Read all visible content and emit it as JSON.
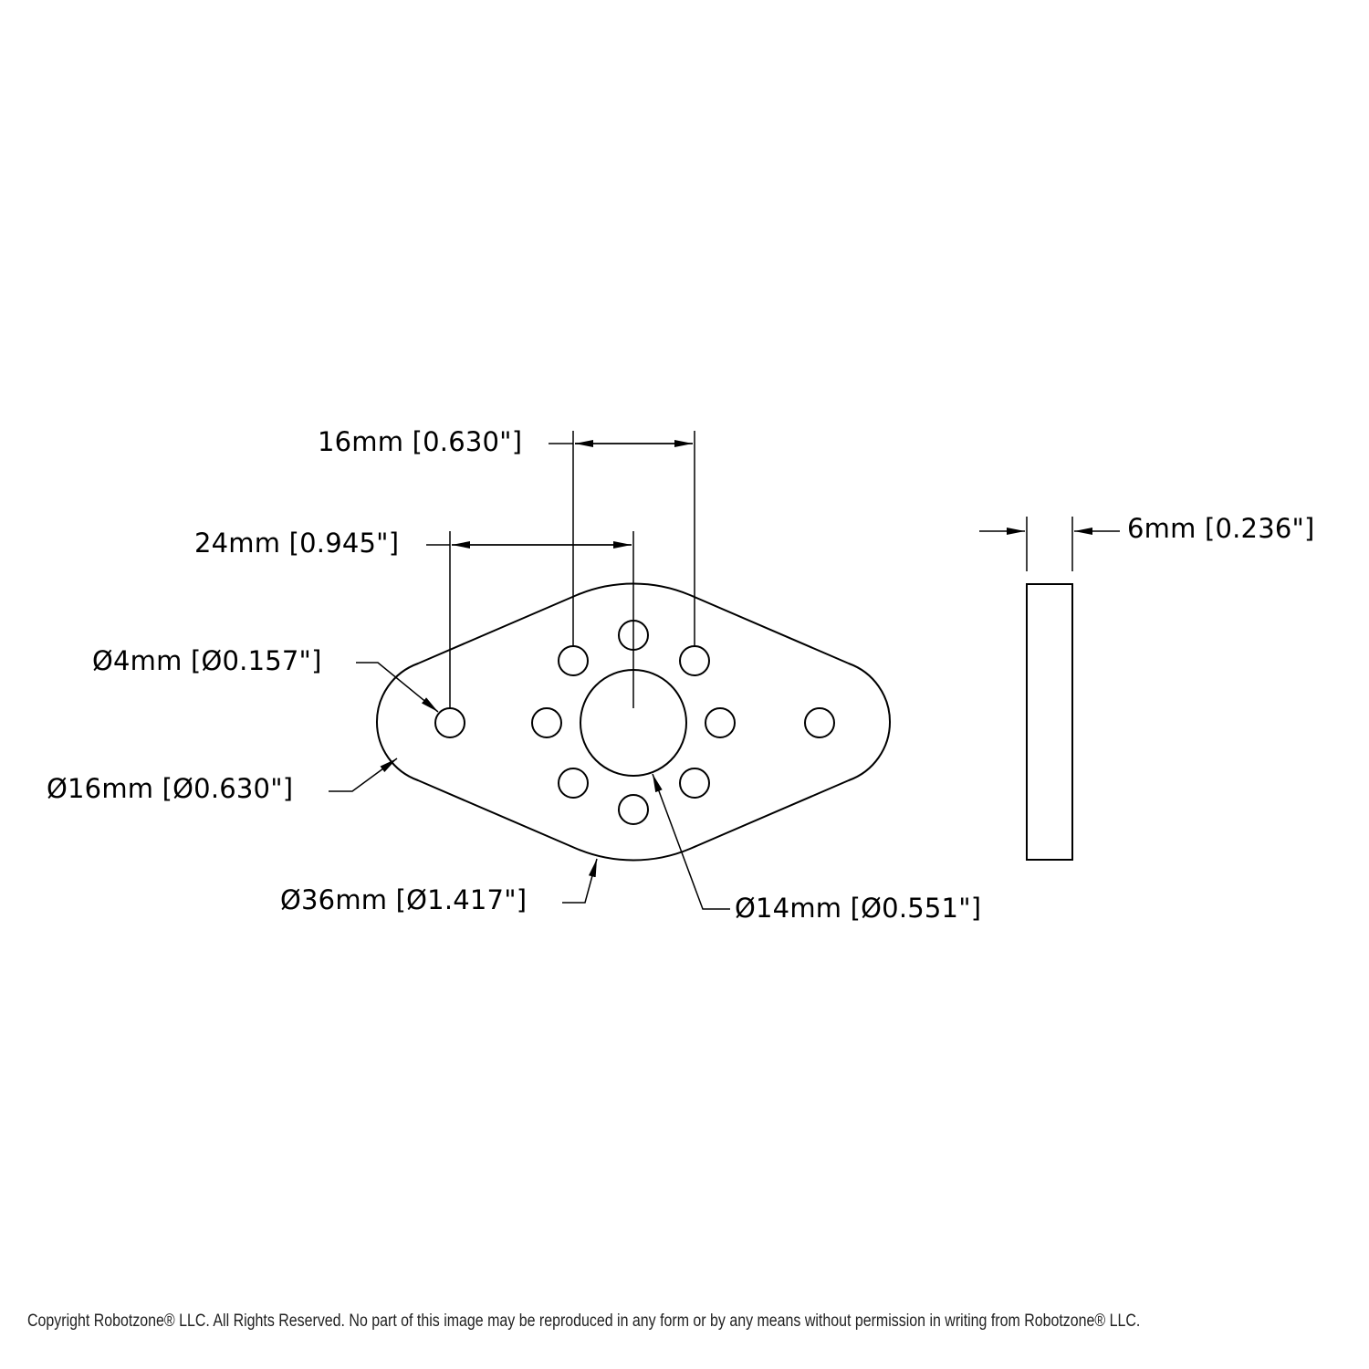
{
  "dimensions": {
    "hole_spacing_16": "16mm [0.630\"]",
    "hole_spacing_24": "24mm [0.945\"]",
    "small_hole_dia": "Ø4mm [Ø0.157\"]",
    "lobe_dia": "Ø16mm [Ø0.630\"]",
    "outer_dia": "Ø36mm [Ø1.417\"]",
    "center_hole_dia": "Ø14mm [Ø0.551\"]",
    "thickness": "6mm [0.236\"]"
  },
  "footer": {
    "copyright": "Copyright Robotzone® LLC.  All Rights Reserved. No part of this image may be reproduced in any form or by any means without permission in writing from Robotzone® LLC."
  },
  "colors": {
    "line": "#000000",
    "background": "#ffffff"
  }
}
